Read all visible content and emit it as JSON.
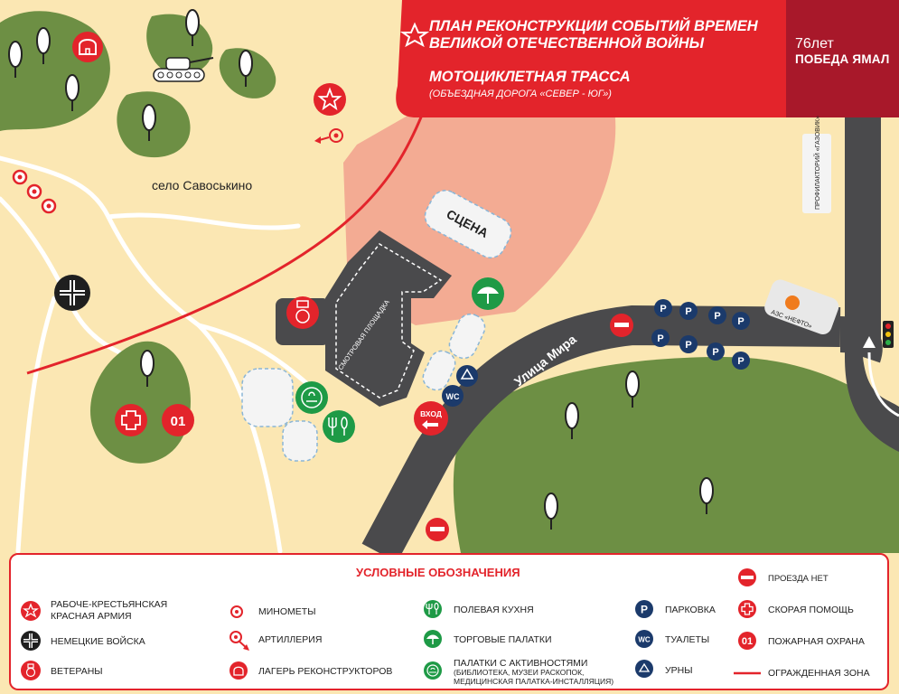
{
  "header": {
    "title": "ПЛАН РЕКОНСТРУКЦИИ СОБЫТИЙ ВРЕМЕН ВЕЛИКОЙ ОТЕЧЕСТВЕННОЙ ВОЙНЫ",
    "subtitle": "МОТОЦИКЛЕТНАЯ ТРАССА",
    "subtitle_note": "(ОБЪЕЗДНАЯ ДОРОГА «СЕВЕР - ЮГ»)",
    "brand_number": "76лет",
    "brand_name": "ПОБЕДА ЯМАЛ"
  },
  "map_labels": {
    "village": "село Савоськино",
    "stage": "СЦЕНА",
    "viewing_area": "СМОТРОВАЯ ПЛОЩАДКА",
    "entrance": "ВХОД",
    "street": "Улица Мира",
    "gas_station": "АЗС «НЕФТО»",
    "sanatorium": "ПРОФИЛАКТОРИЙ «ГАЗОВИК»",
    "fire_badge": "01",
    "wc_badge": "WC",
    "parking_badge": "P"
  },
  "legend": {
    "title": "УСЛОВНЫЕ ОБОЗНАЧЕНИЯ",
    "red_army": "РАБОЧЕ-КРЕСТЬЯНСКАЯ КРАСНАЯ АРМИЯ",
    "german": "НЕМЕЦКИЕ ВОЙСКА",
    "veterans": "ВЕТЕРАНЫ",
    "mortars": "МИНОМЕТЫ",
    "artillery": "АРТИЛЛЕРИЯ",
    "camp": "ЛАГЕРЬ РЕКОНСТРУКТОРОВ",
    "kitchen": "ПОЛЕВАЯ КУХНЯ",
    "trade": "ТОРГОВЫЕ ПАЛАТКИ",
    "activities": "ПАЛАТКИ С АКТИВНОСТЯМИ",
    "activities_note": "(БИБЛИОТЕКА, МУЗЕИ РАСКОПОК, МЕДИЦИНСКАЯ ПАЛАТКА-ИНСТАЛЛЯЦИЯ)",
    "parking": "ПАРКОВКА",
    "toilets": "ТУАЛЕТЫ",
    "bins": "УРНЫ",
    "no_entry": "ПРОЕЗДА НЕТ",
    "ambulance": "СКОРАЯ ПОМОЩЬ",
    "fire": "ПОЖАРНАЯ ОХРАНА",
    "fenced": "ОГРАЖДЕННАЯ ЗОНА",
    "fire_badge": "01",
    "wc_badge": "WC",
    "parking_badge": "P"
  },
  "colors": {
    "red": "#e3242b",
    "dark_red": "#a8182a",
    "green": "#6d8f44",
    "road": "#4a4a4c",
    "sand": "#fbe7b3",
    "pink": "#f3ab93",
    "navy": "#1b3a6b",
    "icon_green": "#1e9a46"
  }
}
